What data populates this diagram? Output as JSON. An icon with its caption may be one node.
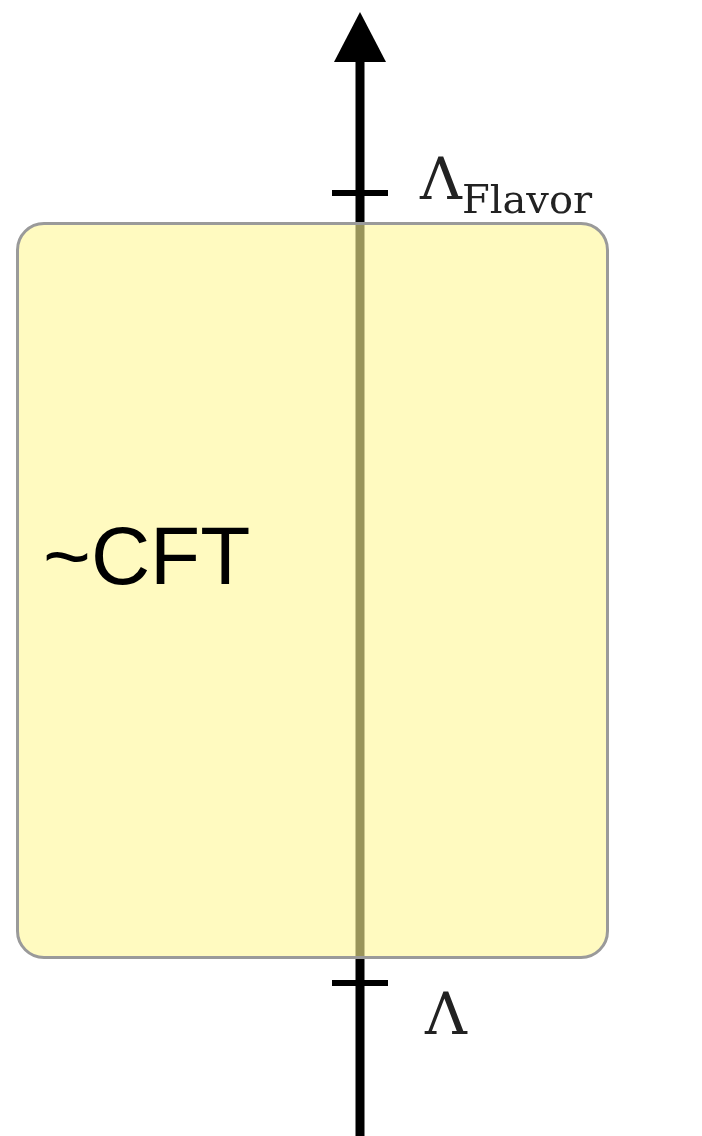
{
  "diagram": {
    "nodes": [
      {
        "text": [
          "~CFT"
        ]
      }
    ],
    "labels": [
      "Λ$_{Flavor}$",
      "Λ"
    ]
  }
}
